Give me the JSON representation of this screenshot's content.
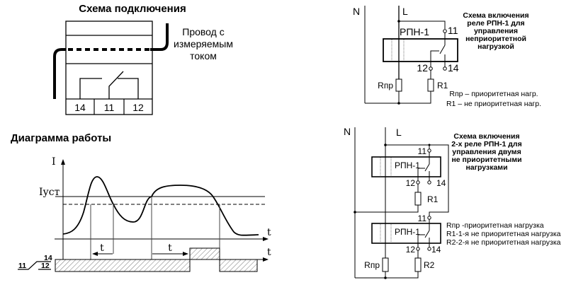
{
  "connection_scheme": {
    "title": "Схема подключения",
    "wire_label": [
      "Провод с",
      "измеряемым",
      "током"
    ],
    "terminals": [
      "14",
      "11",
      "12"
    ]
  },
  "operation_diagram": {
    "title": "Диаграмма работы",
    "y_axis_label": "I",
    "threshold_label": "Iуст",
    "time_axis_label": "t",
    "delay_label": "t",
    "contact_labels": {
      "common": "11",
      "no": "14",
      "nc": "12"
    }
  },
  "scheme_single": {
    "n_label": "N",
    "l_label": "L",
    "relay_name": "РПН-1",
    "terminals": {
      "t11": "11",
      "t12": "12",
      "t14": "14"
    },
    "resistors": {
      "priority": "Rпр",
      "r1": "R1"
    },
    "title": [
      "Схема включения",
      "реле РПН-1 для",
      "управления",
      "неприоритетной",
      "нагрузкой"
    ],
    "legend": [
      "Rпр – приоритетная нагр.",
      "R1 – не приоритетная нагр."
    ]
  },
  "scheme_double": {
    "n_label": "N",
    "l_label": "L",
    "relay_name": "РПН-1",
    "terminals": {
      "t11": "11",
      "t12": "12",
      "t14": "14"
    },
    "resistors": {
      "priority": "Rпр",
      "r1": "R1",
      "r2": "R2"
    },
    "title": [
      "Схема включения",
      "2-х реле РПН-1 для",
      "управления двумя",
      "не приоритетными",
      "нагрузками"
    ],
    "legend": [
      "Rпр -приоритетная нагрузка",
      "R1-1-я не приоритетная нагрузка",
      "R2-2-я не приоритетная нагрузка"
    ]
  }
}
